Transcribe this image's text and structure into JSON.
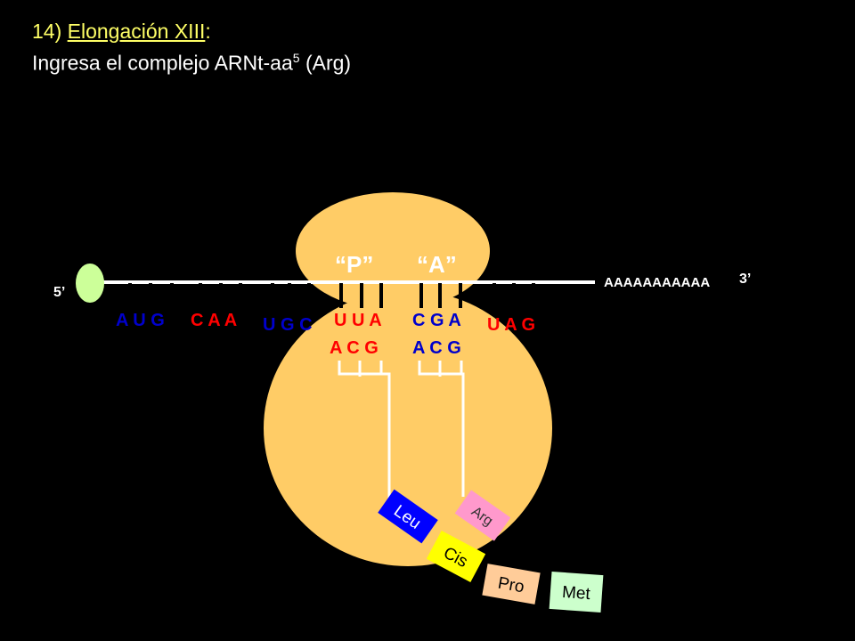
{
  "title": {
    "number": "14)",
    "heading": "Elongación XIII",
    "colon": ":",
    "line2_text": "Ingresa el complejo ARNt-aa",
    "line2_sup": "5",
    "line2_tail": " (Arg)"
  },
  "mrna": {
    "five_prime": "5’",
    "three_prime": "3’",
    "poly_a": "AAAAAAAAAAA"
  },
  "sites": {
    "p": "“P”",
    "a": "“A”"
  },
  "codons": [
    {
      "text": "A U G",
      "colors": [
        "#0000cc",
        "#0000cc",
        "#0000cc"
      ]
    },
    {
      "text": "C A A",
      "colors": [
        "#ff0000",
        "#ff0000",
        "#ff0000"
      ]
    },
    {
      "text": "U G C",
      "colors": [
        "#0000cc",
        "#0000cc",
        "#0000cc"
      ]
    },
    {
      "text": "U U A",
      "colors": [
        "#ff0000",
        "#ff0000",
        "#ff0000"
      ]
    },
    {
      "text": "C G A",
      "colors": [
        "#0000cc",
        "#0000cc",
        "#0000cc"
      ]
    },
    {
      "text": "U A G",
      "colors": [
        "#ff0000",
        "#ff0000",
        "#ff0000"
      ]
    }
  ],
  "anticodons": [
    {
      "text": "A C G",
      "colors": [
        "#ff0000",
        "#ff0000",
        "#ff0000"
      ]
    },
    {
      "text": "A C G",
      "colors": [
        "#0000cc",
        "#0000cc",
        "#0000cc"
      ]
    }
  ],
  "amino_acids": [
    {
      "name": "Leu",
      "color": "#0000ff",
      "text_color": "#ffffff"
    },
    {
      "name": "Arg",
      "color": "#ff99cc",
      "text_color": "#333333"
    },
    {
      "name": "Cis",
      "color": "#ffff00",
      "text_color": "#000000"
    },
    {
      "name": "Pro",
      "color": "#ffcc99",
      "text_color": "#000000"
    },
    {
      "name": "Met",
      "color": "#ccffcc",
      "text_color": "#000000"
    }
  ],
  "colors": {
    "ribosome": "#ffcc66",
    "cap": "#ccff99",
    "mrna_line": "#ffffff"
  }
}
